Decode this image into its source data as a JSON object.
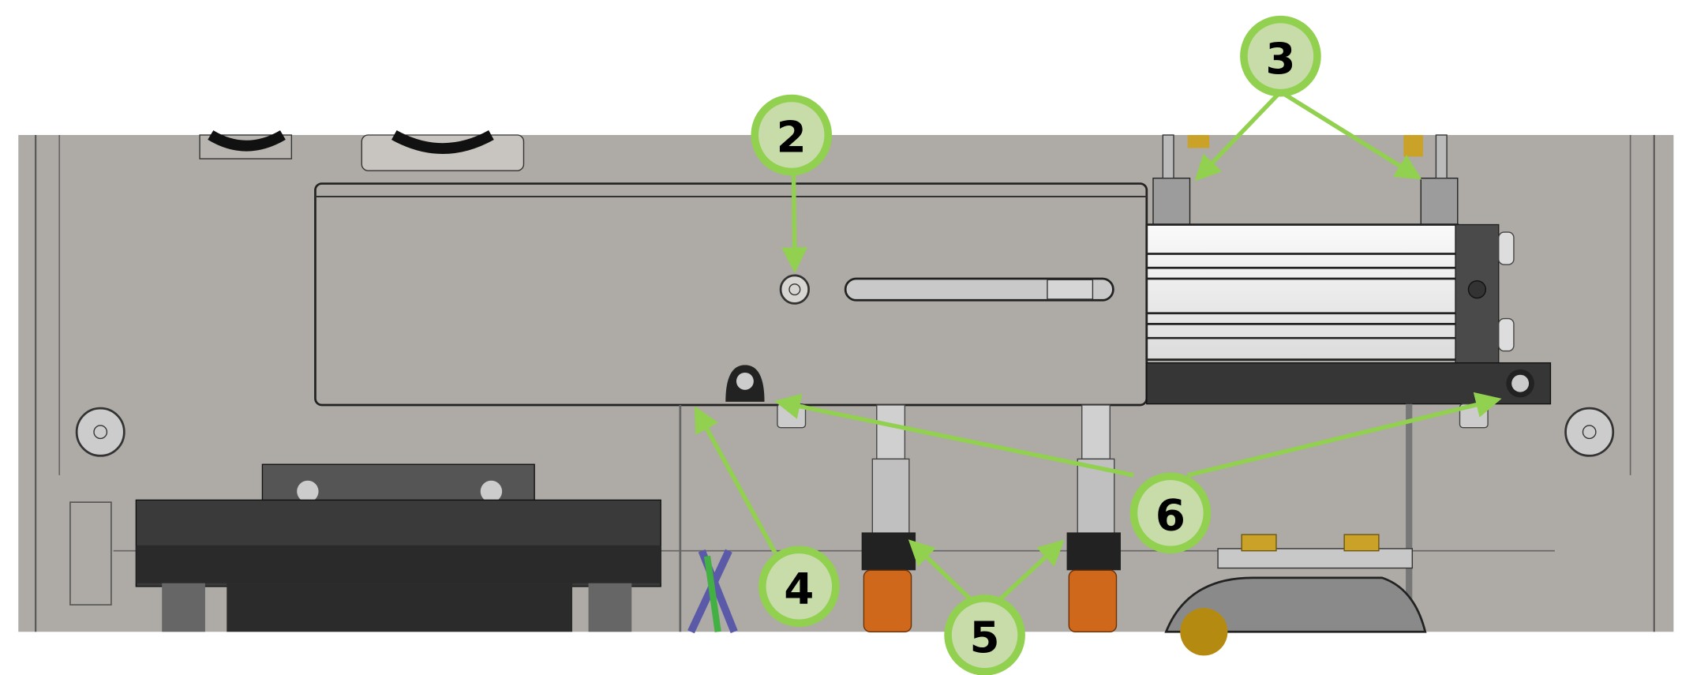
{
  "diagram": {
    "callouts": [
      {
        "label": "2"
      },
      {
        "label": "3"
      },
      {
        "label": "4"
      },
      {
        "label": "5"
      },
      {
        "label": "6"
      }
    ],
    "colors": {
      "callout_ring": "#92d050",
      "callout_fill": "#c8dcaa",
      "panel": "#aeaaa5",
      "bracket": "#363636"
    }
  }
}
